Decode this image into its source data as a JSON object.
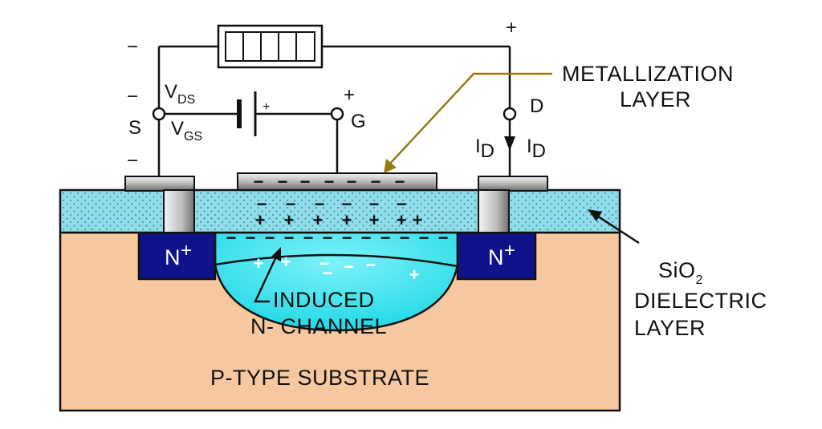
{
  "terminals": {
    "source": "S",
    "gate": "G",
    "drain": "D"
  },
  "voltages": {
    "vds_main": "V",
    "vds_sub": "DS",
    "vgs_main": "V",
    "vgs_sub": "GS"
  },
  "current": {
    "main": "I",
    "sub": "D"
  },
  "polarity": {
    "plus": "+",
    "minus": "−"
  },
  "regions": {
    "n_plus_main": "N",
    "n_plus_sup": "+",
    "induced_line1": "INDUCED",
    "induced_line2": "N- CHANNEL",
    "substrate": "P-TYPE SUBSTRATE"
  },
  "callouts": {
    "metal_line1": "METALLIZATION",
    "metal_line2": "LAYER",
    "sio2_main": "SiO",
    "sio2_sub": "2",
    "sio2_line2": "DIELECTRIC",
    "sio2_line3": "LAYER"
  },
  "colors": {
    "substrate": "#f5c8a0",
    "oxide": "#8fdcea",
    "n_plus": "#10128a",
    "channel": "#40e6f0",
    "metal_arrow": "#9a7a14"
  }
}
